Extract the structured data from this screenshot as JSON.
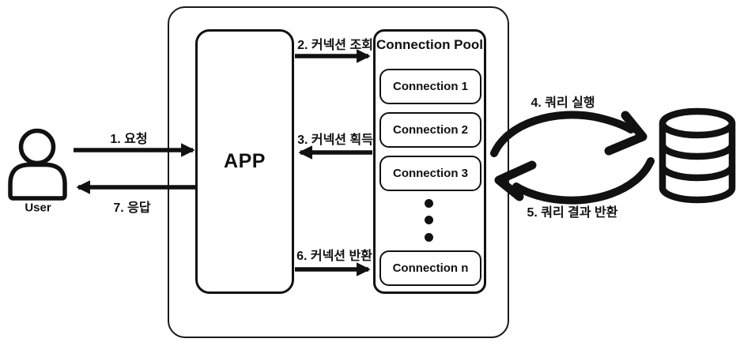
{
  "diagram": {
    "user": {
      "label": "User"
    },
    "app": {
      "label": "APP"
    },
    "pool": {
      "title": "Connection Pool",
      "items": [
        "Connection 1",
        "Connection 2",
        "Connection 3"
      ],
      "item_n": "Connection n"
    },
    "flow_labels": {
      "request": "1. 요청",
      "conn_lookup": "2. 커넥션 조회",
      "conn_acquire": "3. 커넥션 획득",
      "query_exec": "4. 쿼리 실행",
      "query_result": "5. 쿼리 결과 반환",
      "conn_return": "6. 커넥션 반환",
      "response": "7. 응답"
    },
    "colors": {
      "ink": "#111111",
      "background": "#ffffff"
    }
  }
}
